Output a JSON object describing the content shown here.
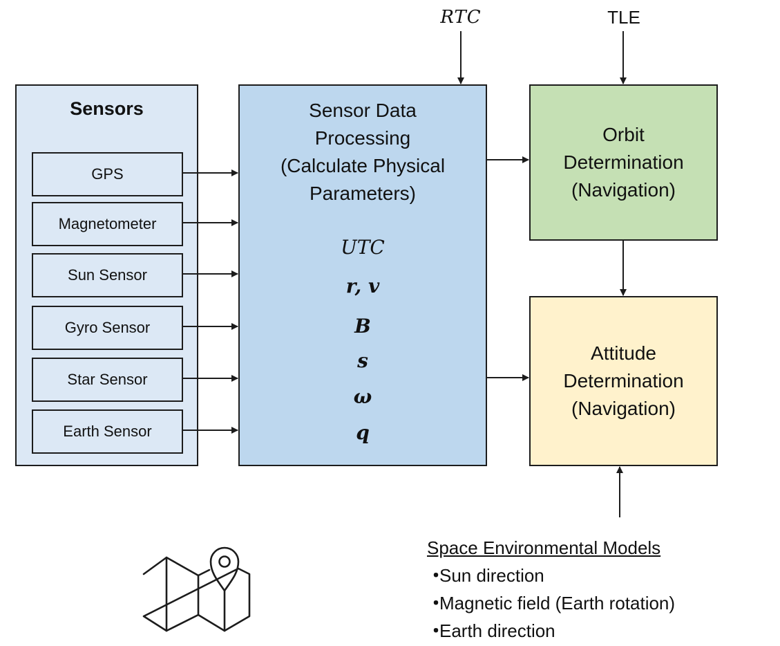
{
  "sensors": {
    "title": "Sensors",
    "items": [
      "GPS",
      "Magnetometer",
      "Sun Sensor",
      "Gyro Sensor",
      "Star Sensor",
      "Earth Sensor"
    ]
  },
  "processing": {
    "title_lines": [
      "Sensor Data",
      "Processing",
      "(Calculate Physical",
      "Parameters)"
    ],
    "utc": "UTC",
    "params": [
      "r, v",
      "B",
      "s",
      "ω",
      "q"
    ]
  },
  "inputs": {
    "rtc": "RTC",
    "tle": "TLE"
  },
  "orbit": {
    "lines": [
      "Orbit",
      "Determination",
      "(Navigation)"
    ]
  },
  "attitude": {
    "lines": [
      "Attitude",
      "Determination",
      "(Navigation)"
    ]
  },
  "environment": {
    "title": "Space Environmental Models",
    "bullet": "・",
    "items": [
      "Sun direction",
      "Magnetic field (Earth rotation)",
      "Earth direction"
    ]
  },
  "icons": {
    "map": "map-pin-icon"
  },
  "colors": {
    "sensors_bg": "#dce8f5",
    "processing_bg": "#bdd7ee",
    "orbit_bg": "#c5e0b4",
    "attitude_bg": "#fff2cc"
  }
}
